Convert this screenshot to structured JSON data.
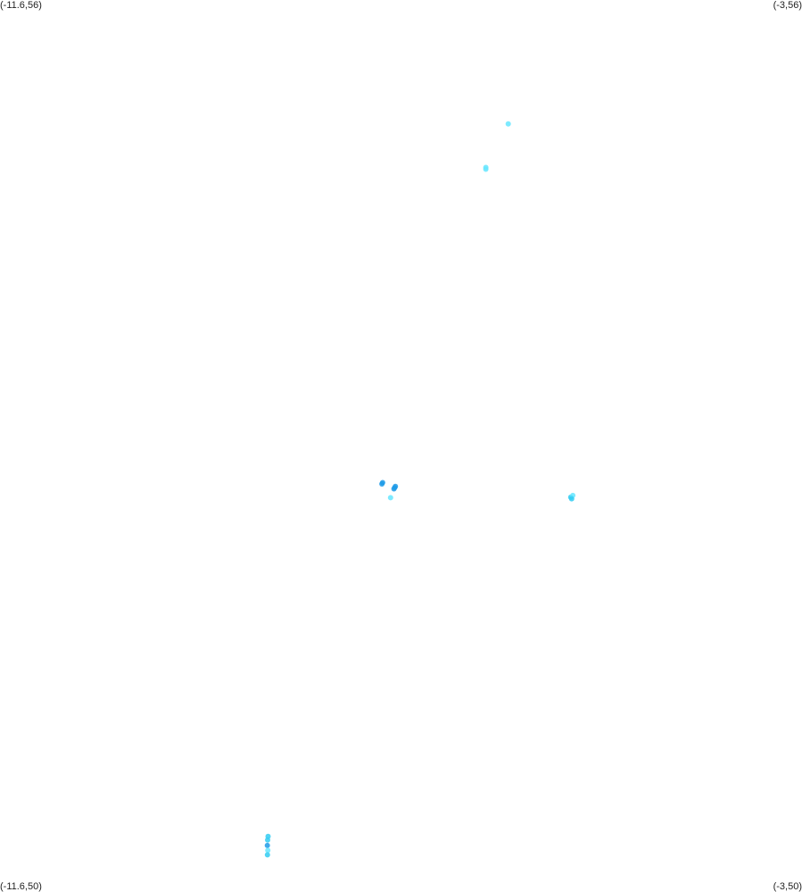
{
  "map": {
    "corners": {
      "top_left": "(-11.6,56)",
      "top_right": "(-3,56)",
      "bottom_left": "(-11.6,50)",
      "bottom_right": "(-3,50)"
    },
    "extent": {
      "lon": [
        -11.6,
        -3
      ],
      "lat": [
        50,
        56
      ]
    },
    "colors": {
      "light": "#66e6ff",
      "mid": "#33ccf2",
      "dark": "#1f9be8"
    },
    "points": [
      {
        "lon": -6.15,
        "lat": 55.167,
        "tone": "light"
      },
      {
        "lon": -6.39,
        "lat": 54.874,
        "tone": "light"
      },
      {
        "lon": -6.39,
        "lat": 54.862,
        "tone": "light"
      },
      {
        "lon": -7.505,
        "lat": 52.745,
        "tone": "dark"
      },
      {
        "lon": -7.497,
        "lat": 52.754,
        "tone": "dark"
      },
      {
        "lon": -7.368,
        "lat": 52.72,
        "tone": "dark"
      },
      {
        "lon": -7.36,
        "lat": 52.728,
        "tone": "dark"
      },
      {
        "lon": -7.376,
        "lat": 52.712,
        "tone": "dark"
      },
      {
        "lon": -7.412,
        "lat": 52.652,
        "tone": "light"
      },
      {
        "lon": -5.48,
        "lat": 52.655,
        "tone": "mid"
      },
      {
        "lon": -5.458,
        "lat": 52.667,
        "tone": "light"
      },
      {
        "lon": -5.47,
        "lat": 52.645,
        "tone": "mid"
      },
      {
        "lon": -8.725,
        "lat": 50.374,
        "tone": "mid"
      },
      {
        "lon": -8.73,
        "lat": 50.35,
        "tone": "mid"
      },
      {
        "lon": -8.733,
        "lat": 50.313,
        "tone": "dark"
      },
      {
        "lon": -8.728,
        "lat": 50.28,
        "tone": "light"
      },
      {
        "lon": -8.732,
        "lat": 50.25,
        "tone": "mid"
      }
    ]
  }
}
